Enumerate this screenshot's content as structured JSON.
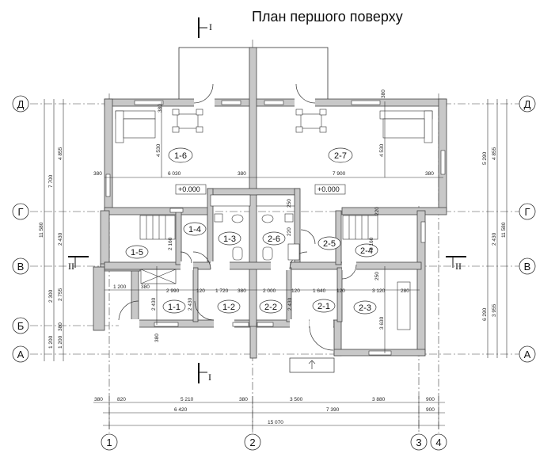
{
  "title": "План першого поверху",
  "section_marks": {
    "s1": "I",
    "s2": "II"
  },
  "axes_letters": [
    "Д",
    "Г",
    "В",
    "Б",
    "А"
  ],
  "axes_numbers": [
    "1",
    "2",
    "3",
    "4"
  ],
  "levels": [
    "+0.000",
    "+0.000"
  ],
  "rooms": [
    {
      "id": "1-6"
    },
    {
      "id": "2-7"
    },
    {
      "id": "1-4"
    },
    {
      "id": "1-3"
    },
    {
      "id": "2-6"
    },
    {
      "id": "2-5"
    },
    {
      "id": "1-5"
    },
    {
      "id": "2-4"
    },
    {
      "id": "1-1"
    },
    {
      "id": "1-2"
    },
    {
      "id": "2-2"
    },
    {
      "id": "2-1"
    },
    {
      "id": "2-3"
    }
  ],
  "dims_bottom_row1": [
    "380",
    "820",
    "5 210",
    "380",
    "3 500",
    "3 880",
    "900"
  ],
  "dims_bottom_row2": [
    "6 420",
    "7 390",
    "900"
  ],
  "dims_bottom_row3": [
    "15 070"
  ],
  "dims_left_outer": [
    "11 580"
  ],
  "dims_left_mid": [
    "7 700",
    "2 300",
    "1 200"
  ],
  "dims_left_inner": [
    "4 855",
    "2 430",
    "2 755",
    "380",
    "1 200"
  ],
  "dims_right_inner": [
    "5 290",
    "6 290"
  ],
  "dims_right_mid": [
    "4 855",
    "2 430",
    "3 955"
  ],
  "dims_right_outer": [
    "11 580"
  ],
  "dims_interior": {
    "top_left_w": "6 030",
    "top_right_w": "7 900",
    "top_left_h": "4 530",
    "top_right_h": "4 530",
    "wall_a": "380",
    "wall_b": "380",
    "wall_c": "380",
    "wall_d": "380",
    "wall_e": "380",
    "h2160a": "2 160",
    "h2160b": "2 160",
    "h250a": "250",
    "h250b": "250",
    "h220a": "220",
    "h220b": "220",
    "r1200": "1 200",
    "r380": "380",
    "r2990": "2 990",
    "r120a": "120",
    "r1720": "1 720",
    "r380b": "380",
    "r2000": "2 000",
    "r120b": "120",
    "r1640": "1 640",
    "r120c": "120",
    "r3120": "3 120",
    "r280": "280",
    "h2430a": "2 430",
    "h2430b": "2 430",
    "h2430c": "2 430",
    "h3630": "3 630",
    "h380c": "380"
  }
}
